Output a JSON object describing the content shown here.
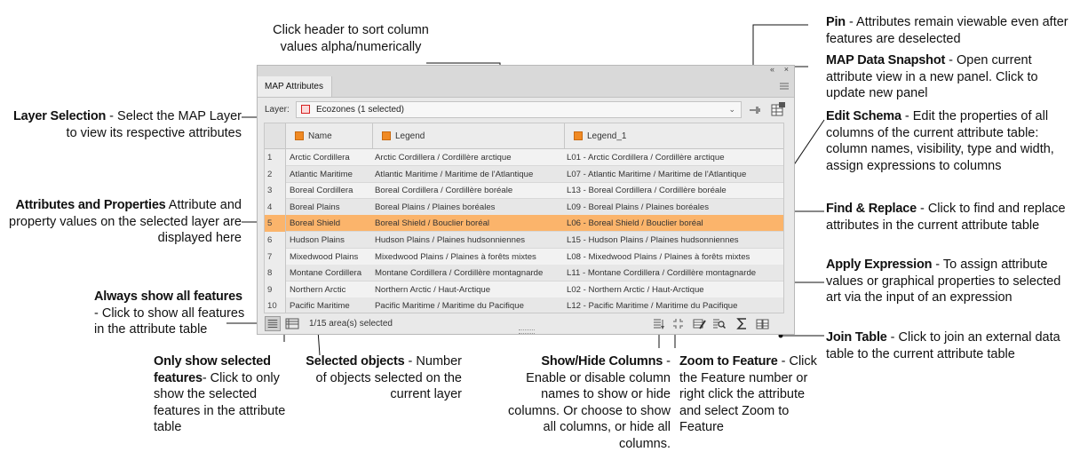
{
  "panel": {
    "tab_label": "MAP Attributes",
    "collapse_glyph": "«",
    "close_glyph": "×",
    "layer_label": "Layer:",
    "layer_value": "Ecozones (1 selected)",
    "columns": [
      "Name",
      "Legend",
      "Legend_1"
    ],
    "rows": [
      {
        "num": "1",
        "name": "Arctic Cordillera",
        "legend": "Arctic Cordillera / Cordillère arctique",
        "legend1": "L01 - Arctic Cordillera / Cordillère arctique"
      },
      {
        "num": "2",
        "name": "Atlantic Maritime",
        "legend": "Atlantic Maritime / Maritime de l'Atlantique",
        "legend1": "L07 - Atlantic Maritime / Maritime de l'Atlantique"
      },
      {
        "num": "3",
        "name": "Boreal Cordillera",
        "legend": "Boreal Cordillera / Cordillère boréale",
        "legend1": "L13 - Boreal Cordillera / Cordillère boréale"
      },
      {
        "num": "4",
        "name": "Boreal Plains",
        "legend": "Boreal Plains / Plaines boréales",
        "legend1": "L09 - Boreal Plains / Plaines boréales"
      },
      {
        "num": "5",
        "name": "Boreal Shield",
        "legend": "Boreal Shield / Bouclier boréal",
        "legend1": "L06 - Boreal Shield / Bouclier boréal"
      },
      {
        "num": "6",
        "name": "Hudson Plains",
        "legend": "Hudson Plains / Plaines hudsonniennes",
        "legend1": "L15 - Hudson Plains / Plaines hudsonniennes"
      },
      {
        "num": "7",
        "name": "Mixedwood Plains",
        "legend": "Mixedwood Plains / Plaines à forêts mixtes",
        "legend1": "L08 - Mixedwood Plains / Plaines à forêts mixtes"
      },
      {
        "num": "8",
        "name": "Montane Cordillera",
        "legend": "Montane Cordillera / Cordillère montagnarde",
        "legend1": "L11 - Montane Cordillera / Cordillère montagnarde"
      },
      {
        "num": "9",
        "name": "Northern Arctic",
        "legend": "Northern Arctic / Haut-Arctique",
        "legend1": "L02 - Northern Arctic / Haut-Arctique"
      },
      {
        "num": "10",
        "name": "Pacific Maritime",
        "legend": "Pacific Maritime / Maritime du Pacifique",
        "legend1": "L12 - Pacific Maritime / Maritime du Pacifique"
      }
    ],
    "selected_row": 4,
    "selection_count": "1/15 area(s) selected",
    "colors": {
      "selected_row": "#fbb46b",
      "header_icon": "#f08a24",
      "layer_icon": "#d62020"
    }
  },
  "annotations": {
    "sort": "Click header to sort column values alpha/numerically",
    "pin_title": "Pin",
    "pin_body": " - Attributes remain viewable even after features are deselected",
    "snapshot_title": "MAP Data Snapshot",
    "snapshot_body": " - Open current attribute view in a new panel. Click to update new panel",
    "layer_title": "Layer Selection",
    "layer_body": " - Select the MAP Layer to view its respective attributes",
    "schema_title": "Edit Schema",
    "schema_body": " - Edit the properties of all columns of the current attribute table: column names, visibility, type and width, assign expressions to columns",
    "attrs_title": "Attributes and Properties",
    "attrs_body": " Attribute and property values on the selected layer are displayed here",
    "find_title": "Find & Replace",
    "find_body": " - Click to find and replace attributes in the current attribute table",
    "always_title": "Always show all features",
    "always_body": " - Click to show all features in the attribute table",
    "expr_title": "Apply Expression",
    "expr_body": " - To assign attribute values or graphical properties to selected art via the input of an expression",
    "join_title": "Join Table",
    "join_body": " - Click to join an external data table to the current attribute table",
    "only_title": "Only show selected features",
    "only_body": "- Click to only show the selected features in the attribute table",
    "selobj_title": "Selected objects",
    "selobj_body": " - Number of objects selected on the current layer",
    "showhide_title": "Show/Hide Columns",
    "showhide_body": " - Enable or disable column names to show or hide columns. Or choose to show all columns, or hide all columns.",
    "zoom_title": "Zoom to Feature",
    "zoom_body": " - Click the Feature number or right click the attribute and select Zoom to Feature"
  }
}
